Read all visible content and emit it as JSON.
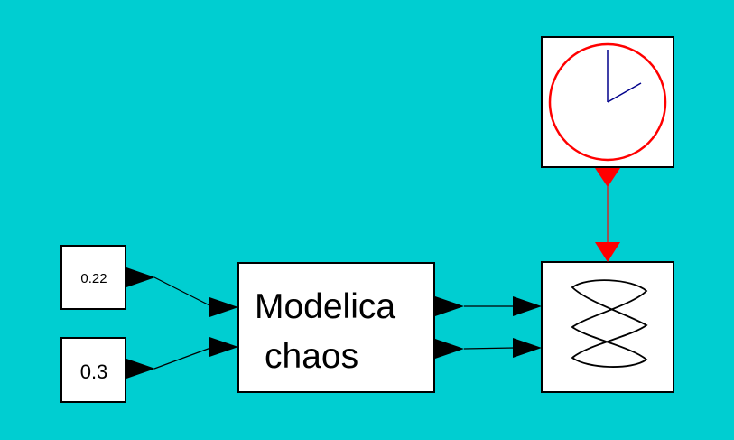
{
  "blocks": {
    "const_a": {
      "value": "0.22"
    },
    "const_b": {
      "value": "0.3"
    },
    "modelica": {
      "line1": "Modelica",
      "line2": "chaos"
    }
  },
  "colors": {
    "background": "#00CED1",
    "block_fill": "#FFFFFF",
    "signal_link": "#000000",
    "event_link": "#FF0000",
    "clock_face": "#FF0000",
    "clock_hands": "#00008B"
  },
  "icons": {
    "clock": "clock-icon",
    "scope": "xy-scope-icon"
  }
}
